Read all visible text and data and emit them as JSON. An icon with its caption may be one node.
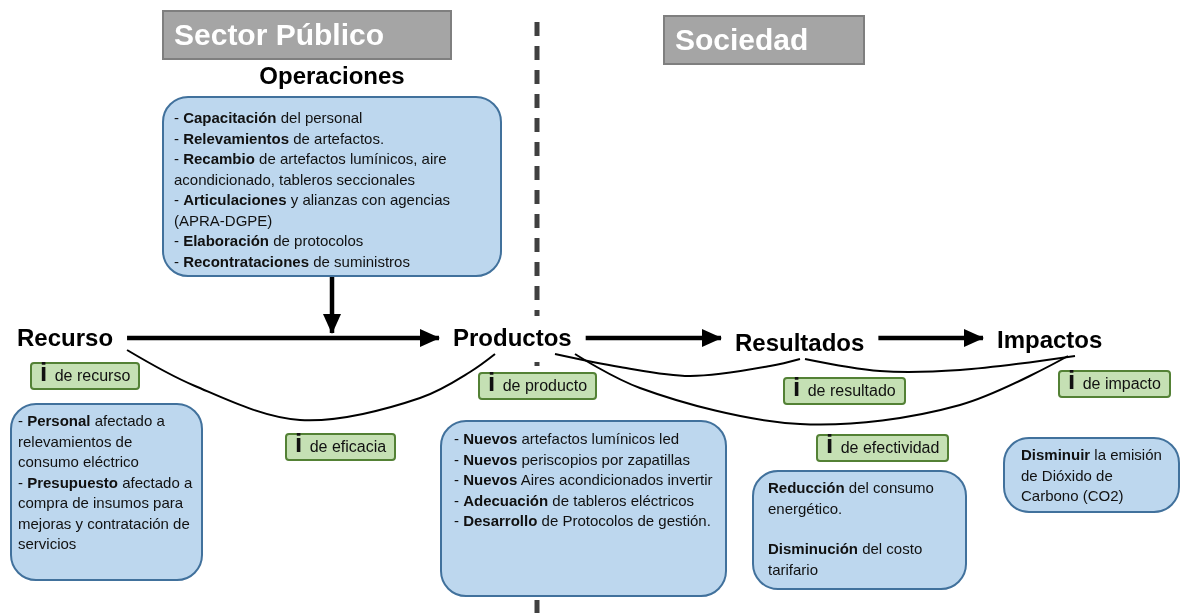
{
  "diagram": {
    "nodes": [
      {
        "text": [
          "Sector Público"
        ]
      },
      {
        "text": [
          "Sociedad"
        ]
      },
      {
        "text": [
          "Operaciones",
          "- **Capacitación** del personal",
          "- **Relevamientos** de artefactos.",
          "- **Recambio** de artefactos lumínicos, aire acondicionado, tableros seccionales",
          "- **Articulaciones** y alianzas con agencias (APRA-DGPE)",
          "- **Elaboración** de protocolos",
          "- **Recontrataciones** de suministros"
        ]
      },
      {
        "text": [
          "Recurso"
        ]
      },
      {
        "text": [
          "Productos"
        ]
      },
      {
        "text": [
          "Resultados"
        ]
      },
      {
        "text": [
          "Impactos"
        ]
      },
      {
        "text": [
          "**i** de recurso"
        ]
      },
      {
        "text": [
          "**i** de producto"
        ]
      },
      {
        "text": [
          "**i** de resultado"
        ]
      },
      {
        "text": [
          "**i** de impacto"
        ]
      },
      {
        "text": [
          "**i** de eficacia"
        ]
      },
      {
        "text": [
          "**i** de efectividad"
        ]
      },
      {
        "text": [
          "- **Personal** afectado a relevamientos de consumo eléctrico",
          "- **Presupuesto** afectado a compra de insumos para mejoras y contratación de servicios"
        ]
      },
      {
        "text": [
          "- **Nuevos** artefactos lumínicos led",
          "- **Nuevos** periscopios por zapatillas",
          "- **Nuevos** Aires acondicionados invertir",
          "- **Adecuación** de tableros eléctricos",
          "- **Desarrollo** de Protocolos de gestión."
        ]
      },
      {
        "text": [
          "**Reducción** del consumo energético.",
          "**Disminución** del costo tarifario"
        ]
      },
      {
        "text": [
          "**Disminuir** la emisión de Dióxido de Carbono (CO2)"
        ]
      }
    ],
    "edges": [
      {
        "from": 2,
        "to": null,
        "arrow": "to",
        "style": "thick"
      },
      {
        "from": 3,
        "to": 4,
        "arrow": "to",
        "style": "thick"
      },
      {
        "from": 4,
        "to": 5,
        "arrow": "to",
        "style": "thick"
      },
      {
        "from": 5,
        "to": 6,
        "arrow": "to",
        "style": "thick"
      },
      {
        "from": 3,
        "to": 4,
        "arrow": "none"
      },
      {
        "from": 4,
        "to": 5,
        "arrow": "none"
      },
      {
        "from": 5,
        "to": 6,
        "arrow": "none"
      },
      {
        "from": 4,
        "to": 6,
        "arrow": "none"
      }
    ]
  }
}
